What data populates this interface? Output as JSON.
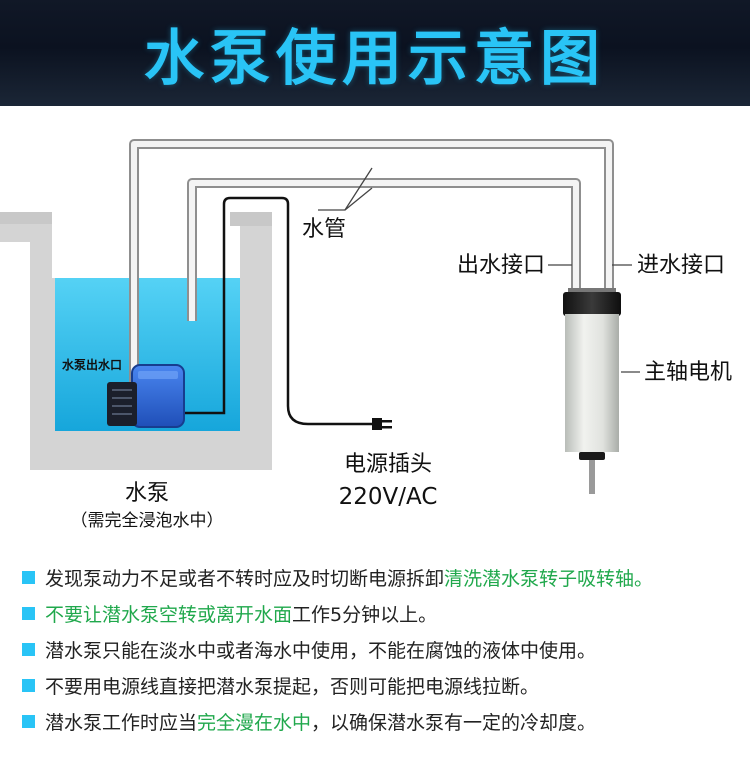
{
  "header": {
    "title": "水泵使用示意图"
  },
  "diagram": {
    "pipe_label": "水管",
    "outlet_label": "出水接口",
    "inlet_label": "进水接口",
    "motor_label": "主轴电机",
    "pump_outlet_label": "水泵出水口",
    "plug_label": "电源插头",
    "voltage_label": "220V/AC",
    "pump_label": "水泵",
    "pump_note": "（需完全浸泡水中）"
  },
  "notes": [
    {
      "pre": "发现泵动力不足或者不转时应及时切断电源拆卸",
      "hl": "清洗潜水泵转子吸转轴。",
      "post": ""
    },
    {
      "pre": "",
      "hl": "不要让潜水泵空转或离开水面",
      "post": "工作5分钟以上。"
    },
    {
      "pre": "潜水泵只能在淡水中或者海水中使用，不能在腐蚀的液体中使用。",
      "hl": "",
      "post": ""
    },
    {
      "pre": "不要用电源线直接把潜水泵提起，否则可能把电源线拉断。",
      "hl": "",
      "post": ""
    },
    {
      "pre": "潜水泵工作时应当",
      "hl": "完全漫在水中",
      "post": "，以确保潜水泵有一定的冷却度。"
    }
  ],
  "colors": {
    "title": "#29c4f6",
    "water": "#2bc0ee",
    "tank_wall": "#d4d4d4",
    "pump_blue": "#2d68d8",
    "highlight": "#20a84c",
    "bullet": "#29c4f6"
  }
}
